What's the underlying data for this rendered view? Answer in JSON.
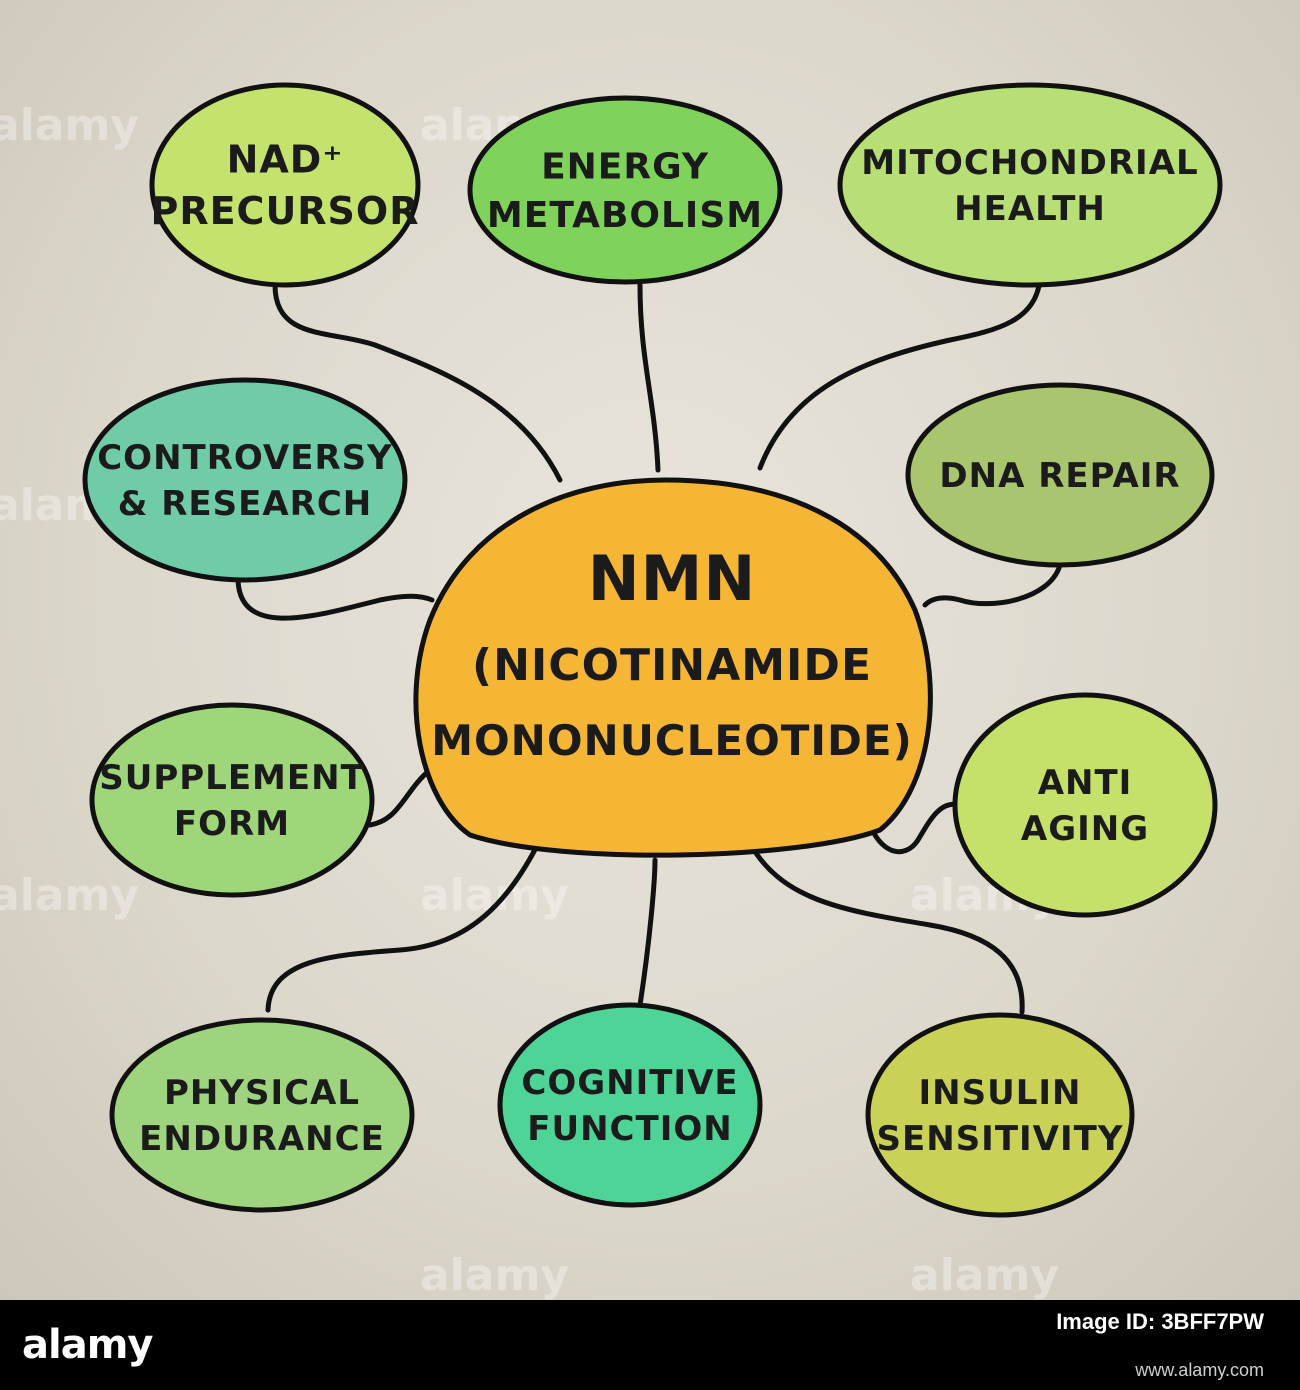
{
  "diagram": {
    "center": {
      "lines": [
        "NMN",
        "(NICOTINAMIDE",
        "MONONUCLEOTIDE)"
      ],
      "color": "#f5b635"
    },
    "nodes": [
      {
        "id": "nad-precursor",
        "lines": [
          "NAD⁺",
          "PRECURSOR"
        ],
        "color": "#c4e36e"
      },
      {
        "id": "energy-metabolism",
        "lines": [
          "ENERGY",
          "METABOLISM"
        ],
        "color": "#7fd35a"
      },
      {
        "id": "mitochondrial-health",
        "lines": [
          "MITOCHONDRIAL",
          "HEALTH"
        ],
        "color": "#b8df76"
      },
      {
        "id": "controversy-research",
        "lines": [
          "CONTROVERSY",
          "& RESEARCH"
        ],
        "color": "#6fcca7"
      },
      {
        "id": "dna-repair",
        "lines": [
          "DNA REPAIR"
        ],
        "color": "#a9c56d"
      },
      {
        "id": "supplement-form",
        "lines": [
          "SUPPLEMENT",
          "FORM"
        ],
        "color": "#9fd67a"
      },
      {
        "id": "anti-aging",
        "lines": [
          "ANTI",
          "AGING"
        ],
        "color": "#c5e16a"
      },
      {
        "id": "physical-endurance",
        "lines": [
          "PHYSICAL",
          "ENDURANCE"
        ],
        "color": "#9ed47e"
      },
      {
        "id": "cognitive-function",
        "lines": [
          "COGNITIVE",
          "FUNCTION"
        ],
        "color": "#4fd498"
      },
      {
        "id": "insulin-sensitivity",
        "lines": [
          "INSULIN",
          "SENSITIVITY"
        ],
        "color": "#c9d257"
      }
    ]
  },
  "watermark": "alamy",
  "footer": {
    "brand": "alamy",
    "id_label": "Image ID: 3BFF7PW",
    "id_value": "",
    "url": "www.alamy.com"
  }
}
